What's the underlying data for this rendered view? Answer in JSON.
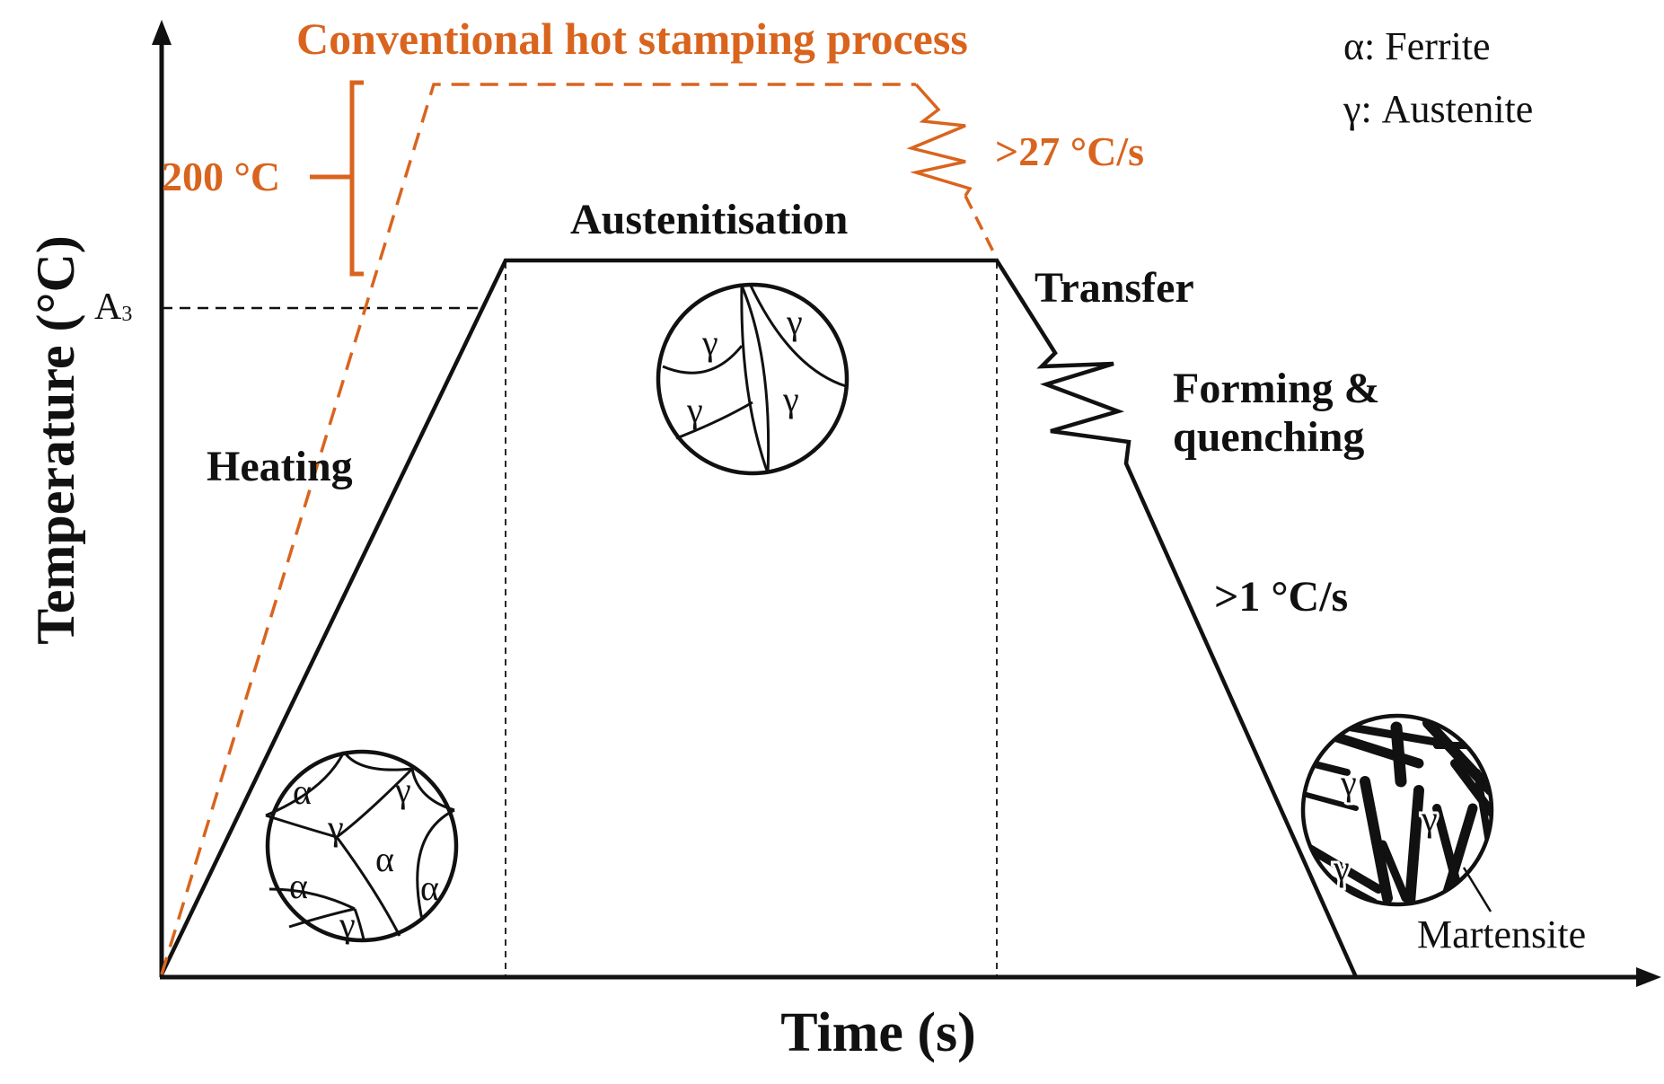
{
  "colors": {
    "line": "#111111",
    "accent": "#d9641e"
  },
  "axes": {
    "x_label": "Time (s)",
    "y_label": "Temperature (°C)",
    "a3_label": "A",
    "a3_subscript": "3"
  },
  "orange_process": {
    "title": "Conventional hot stamping process",
    "offset_label": "200 °C",
    "rate_label": ">27 °C/s"
  },
  "stages": {
    "heating": "Heating",
    "austenitisation": "Austenitisation",
    "transfer": "Transfer",
    "forming_line1": "Forming &",
    "forming_line2": "quenching",
    "cooling_rate": ">1 °C/s"
  },
  "legend": {
    "ferrite": "α: Ferrite",
    "austenite": "γ: Austenite"
  },
  "micro": {
    "alpha": "α",
    "gamma": "γ",
    "martensite": "Martensite"
  }
}
